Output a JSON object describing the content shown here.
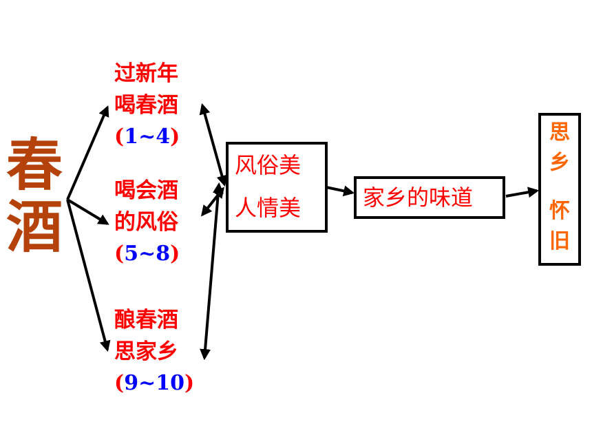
{
  "title_chars": [
    "春",
    "酒"
  ],
  "branches": [
    {
      "lines": [
        "过新年",
        "喝春酒"
      ],
      "range": {
        "open": "(",
        "value": "1~4",
        "close": ")"
      }
    },
    {
      "lines": [
        "喝会酒",
        "的风俗"
      ],
      "range": {
        "open": "(",
        "value": "5~8",
        "close": ")"
      }
    },
    {
      "lines": [
        "酿春酒",
        "思家乡"
      ],
      "range": {
        "open": "(",
        "value": "9~10",
        "close": ")"
      }
    }
  ],
  "box_customs": {
    "lines": [
      "风俗美",
      "人情美"
    ]
  },
  "box_home": {
    "text": "家乡的味道"
  },
  "box_nostalgia": {
    "chars": [
      "思",
      "乡",
      "怀",
      "旧"
    ]
  },
  "colors": {
    "title": "#b5420b",
    "branch_text": "#ff0000",
    "range_number": "#0000ff",
    "box_text": "#ff0000",
    "nostalgia_text": "#ff6600",
    "arrow": "#000000"
  }
}
